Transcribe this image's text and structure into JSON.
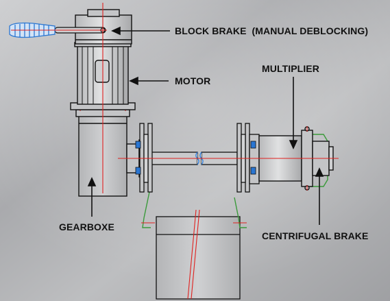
{
  "labels": {
    "block_brake": "BLOCK BRAKE  (MANUAL DEBLOCKING)",
    "motor": "MOTOR",
    "multiplier": "MULTIPLIER",
    "gearboxe": "GEARBOXE",
    "centrifugal_brake": "CENTRIFUGAL BRAKE"
  },
  "colors": {
    "outline": "#111111",
    "centerline": "#e0201e",
    "cable": "#3a9a3a",
    "bearing": "#2a76d2",
    "handle": "#2a76d2"
  }
}
